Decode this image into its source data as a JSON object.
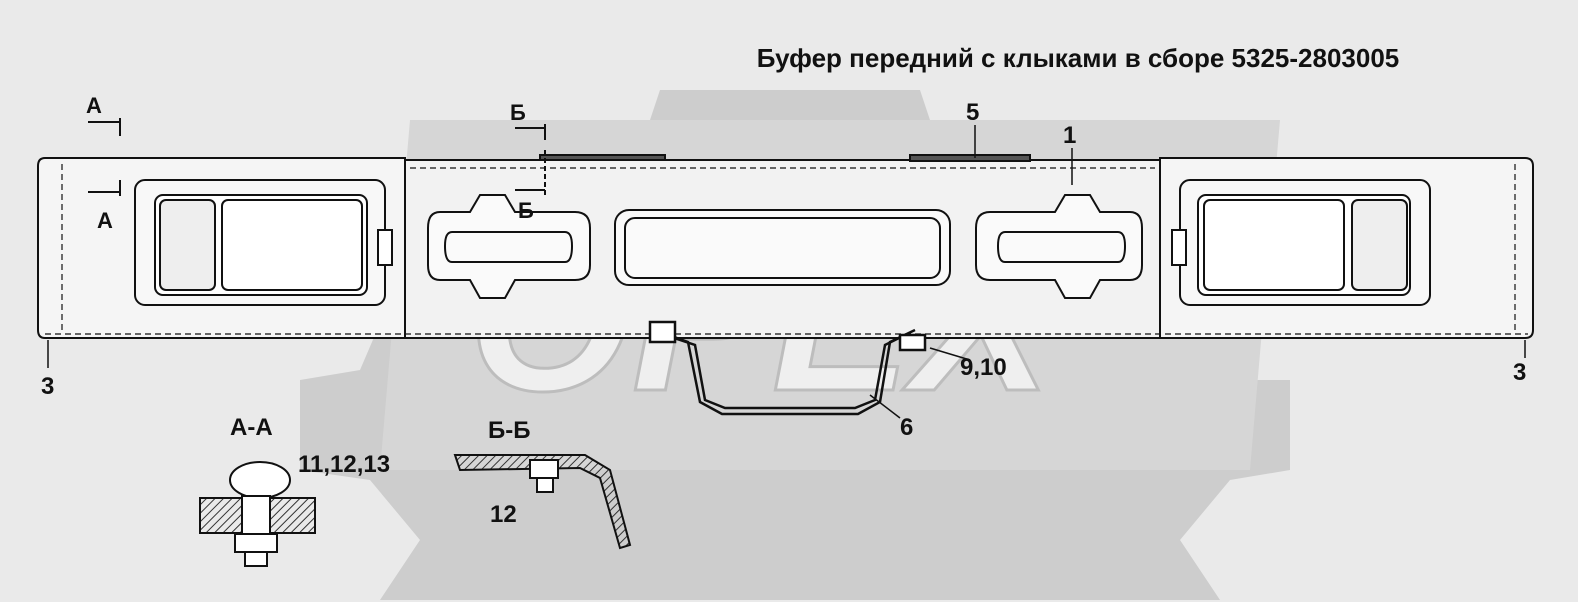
{
  "title": "Буфер передний с клыками в сборе 5325-2803005",
  "watermark": "OPEX",
  "colors": {
    "background": "#eaeaea",
    "line": "#111111",
    "watermark": "#c9c9c9",
    "panel": "#f4f4f4"
  },
  "section_markers": {
    "a_top": "А",
    "a_bottom": "А",
    "b_top": "Б",
    "b_bottom": "Б"
  },
  "callouts": {
    "c1": "1",
    "c3_left": "3",
    "c3_right": "3",
    "c5": "5",
    "c6": "6",
    "c9_10": "9,10",
    "c11_12_13": "11,12,13",
    "c12": "12"
  },
  "sections": {
    "aa_title": "А-А",
    "bb_title": "Б-Б"
  }
}
